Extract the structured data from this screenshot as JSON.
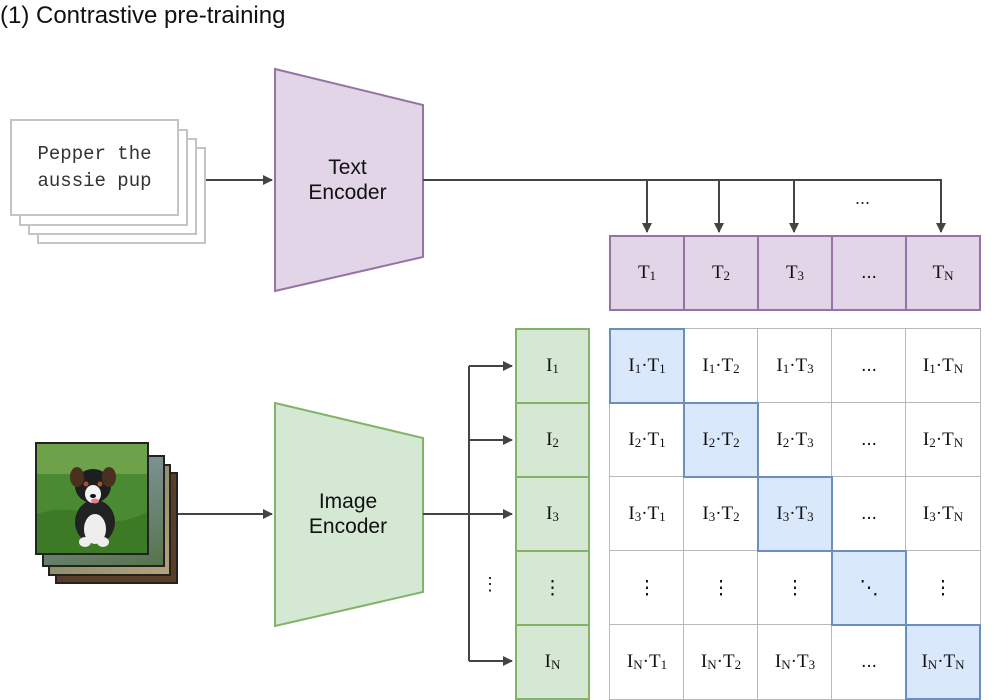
{
  "title": "(1) Contrastive pre-training",
  "text_input": {
    "line1": "Pepper the",
    "line2": "aussie pup"
  },
  "text_encoder": {
    "line1": "Text",
    "line2": "Encoder"
  },
  "image_encoder": {
    "line1": "Image",
    "line2": "Encoder"
  },
  "text_embeddings": [
    {
      "base": "T",
      "sub": "1"
    },
    {
      "base": "T",
      "sub": "2"
    },
    {
      "base": "T",
      "sub": "3"
    },
    {
      "base": "...",
      "sub": ""
    },
    {
      "base": "T",
      "sub": "N"
    }
  ],
  "text_embeddings_ellipsis": "...",
  "image_embeddings": [
    {
      "base": "I",
      "sub": "1"
    },
    {
      "base": "I",
      "sub": "2"
    },
    {
      "base": "I",
      "sub": "3"
    },
    {
      "base": "⋮",
      "sub": ""
    },
    {
      "base": "I",
      "sub": "N"
    }
  ],
  "image_arrow_ellipsis": "⋮",
  "matrix": {
    "rows": [
      [
        "I₁·T₁",
        "I₁·T₂",
        "I₁·T₃",
        "...",
        "I₁·T_N"
      ],
      [
        "I₂·T₁",
        "I₂·T₂",
        "I₂·T₃",
        "...",
        "I₂·T_N"
      ],
      [
        "I₃·T₁",
        "I₃·T₂",
        "I₃·T₃",
        "...",
        "I₃·T_N"
      ],
      [
        "⋮",
        "⋮",
        "⋮",
        "⋱",
        "⋮"
      ],
      [
        "I_N·T₁",
        "I_N·T₂",
        "I_N·T₃",
        "...",
        "I_N·T_N"
      ]
    ]
  },
  "colors": {
    "text_fill": "#e1d5e7",
    "text_stroke": "#9673a6",
    "image_fill": "#d5e8d4",
    "image_stroke": "#82b366",
    "diag_fill": "#dae8fc",
    "diag_stroke": "#6c8ebf",
    "arrow": "#444444"
  }
}
